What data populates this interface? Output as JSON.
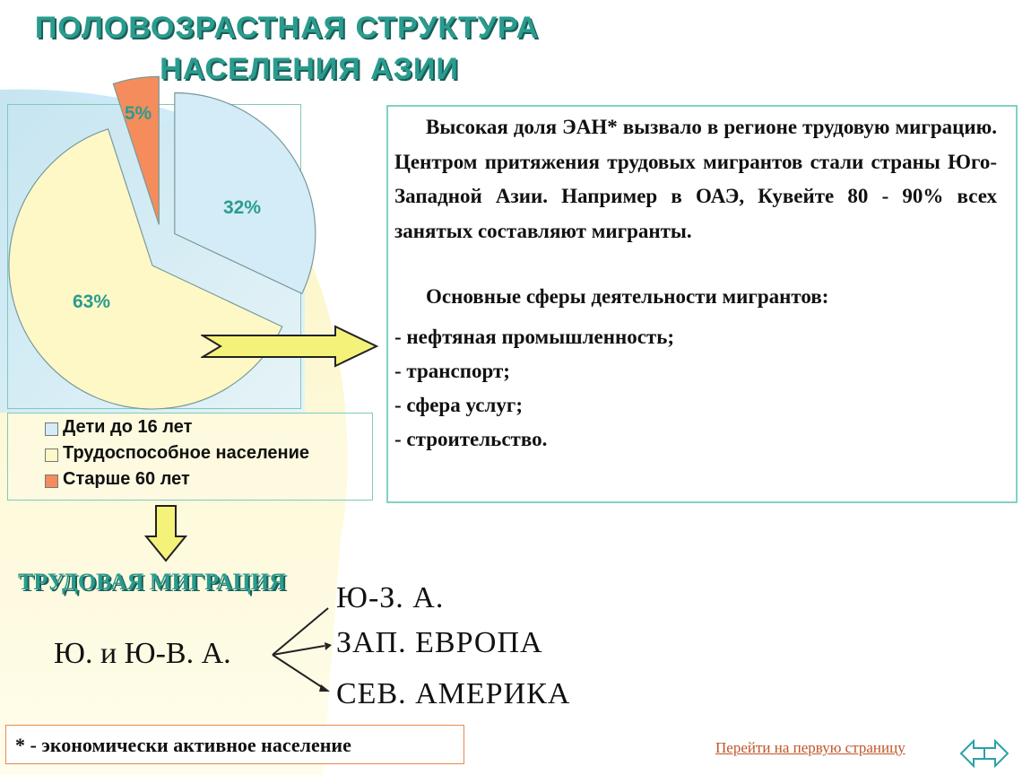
{
  "title": {
    "line1": "ПОЛОВОЗРАСТНАЯ СТРУКТУРА",
    "line2": "НАСЕЛЕНИЯ  АЗИИ"
  },
  "chart_data": {
    "type": "pie",
    "categories": [
      "Дети до 16 лет",
      "Трудоспособное население",
      "Старше 60 лет"
    ],
    "values": [
      32,
      63,
      5
    ],
    "labels": [
      "32%",
      "63%",
      "5%"
    ],
    "colors": [
      "#d4ecf8",
      "#fdf8c6",
      "#f48c5c"
    ],
    "exploded": true
  },
  "legend": {
    "items": [
      {
        "label": "Дети до 16 лет",
        "color": "#d4ecf8"
      },
      {
        "label": "Трудоспособное население",
        "color": "#fdf8c6"
      },
      {
        "label": "Старше 60 лет",
        "color": "#f48c5c"
      }
    ]
  },
  "textbox": {
    "paragraph1": "Высокая доля ЭАН* вызвало в регионе трудовую миграцию. Центром притяжения трудовых мигрантов стали страны Юго-Западной Азии. Например в ОАЭ, Кувейте 80 - 90% всех занятых составляют мигранты.",
    "paragraph2": "Основные сферы деятельности мигрантов:",
    "list": [
      "- нефтяная промышленность;",
      "- транспорт;",
      "- сфера услуг;",
      "- строительство."
    ]
  },
  "migration": {
    "title": "ТРУДОВАЯ МИГРАЦИЯ",
    "source": "Ю. и Ю-В. А.",
    "destinations": [
      "Ю-З. А.",
      "ЗАП. ЕВРОПА",
      "СЕВ. АМЕРИКА"
    ]
  },
  "footnote": "* - экономически активное население",
  "nav": {
    "link_label": "Перейти на первую страницу",
    "back_icon": "arrow-left-icon",
    "forward_icon": "arrow-right-icon"
  }
}
